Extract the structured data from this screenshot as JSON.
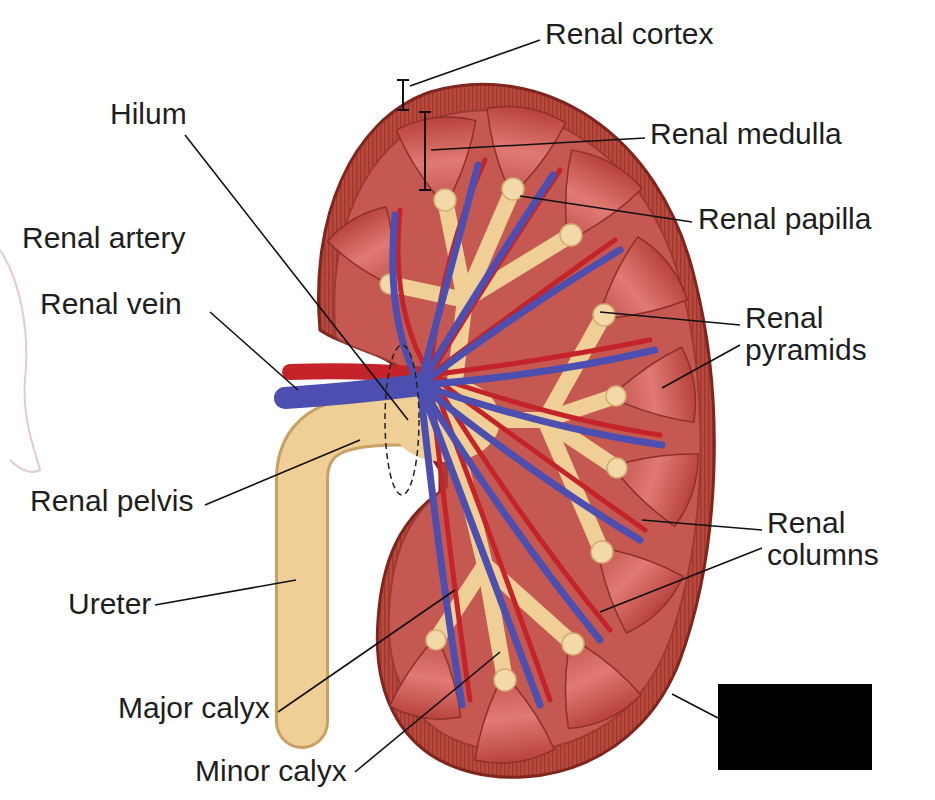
{
  "diagram": {
    "labels": [
      "Renal cortex",
      "Hilum",
      "Renal medulla",
      "Renal artery",
      "Renal papilla",
      "Renal vein",
      "Renal pyramids",
      "Renal pelvis",
      "Renal columns",
      "Ureter",
      "Major calyx",
      "Minor calyx"
    ]
  }
}
